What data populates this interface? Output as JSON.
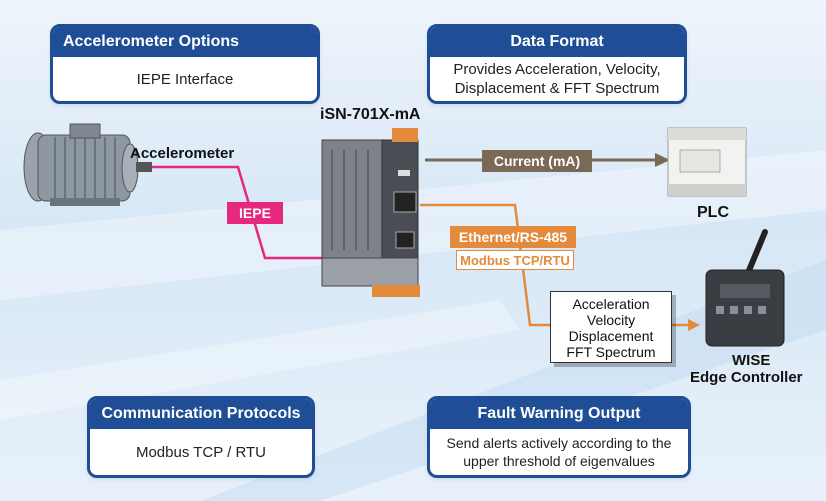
{
  "cards": {
    "accelerometer_options": {
      "title": "Accelerometer Options",
      "body": [
        "IEPE Interface"
      ]
    },
    "data_format": {
      "title": "Data Format",
      "body": [
        "Provides Acceleration, Velocity,",
        "Displacement & FFT Spectrum"
      ]
    },
    "communication_protocols": {
      "title": "Communication Protocols",
      "body": [
        "Modbus TCP / RTU"
      ]
    },
    "fault_warning_output": {
      "title": "Fault Warning Output",
      "body": [
        "Send alerts actively according to the",
        "upper threshold of eigenvalues"
      ]
    }
  },
  "diagram": {
    "device_label": "iSN-701X-mA",
    "accelerometer_label": "Accelerometer",
    "plc_label": "PLC",
    "wise_label": [
      "WISE",
      "Edge Controller"
    ],
    "iepe_tag": "IEPE",
    "current_tag": "Current (mA)",
    "ethernet_tag": "Ethernet/RS-485",
    "modbus_tag": "Modbus TCP/RTU",
    "measurements": [
      "Acceleration",
      "Velocity",
      "Displacement",
      "FFT Spectrum"
    ]
  },
  "colors": {
    "card_blue": "#1f4e96",
    "iepe_magenta": "#e6287f",
    "current_brown": "#7a6a55",
    "ethernet_orange": "#e38a3c"
  }
}
